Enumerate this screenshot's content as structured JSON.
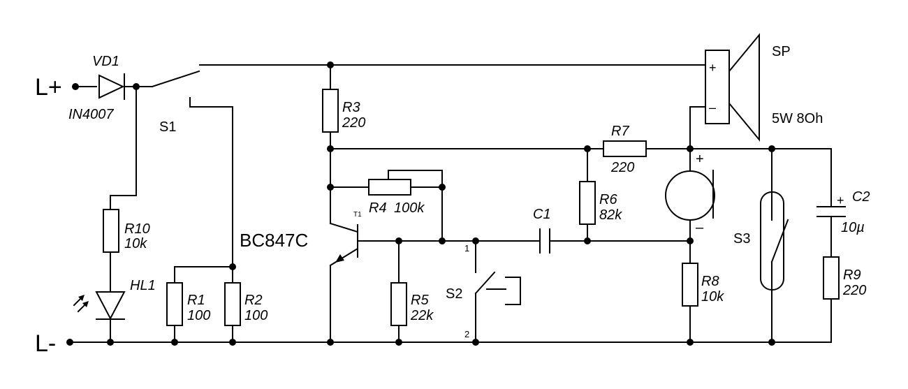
{
  "supply": {
    "positive": "L+",
    "negative": "L-"
  },
  "components": {
    "vd1": {
      "ref": "VD1",
      "value": "IN4007"
    },
    "s1": {
      "ref": "S1"
    },
    "r10": {
      "ref": "R10",
      "value": "10k"
    },
    "hl1": {
      "ref": "HL1"
    },
    "r1": {
      "ref": "R1",
      "value": "100"
    },
    "r2": {
      "ref": "R2",
      "value": "100"
    },
    "t1": {
      "ref": "T1",
      "part": "BC847C"
    },
    "r3": {
      "ref": "R3",
      "value": "220"
    },
    "r4": {
      "ref": "R4",
      "value": "100k"
    },
    "r5": {
      "ref": "R5",
      "value": "22k"
    },
    "r6": {
      "ref": "R6",
      "value": "82k"
    },
    "r7": {
      "ref": "R7",
      "value": "220"
    },
    "r8": {
      "ref": "R8",
      "value": "10k"
    },
    "r9": {
      "ref": "R9",
      "value": "220"
    },
    "c1": {
      "ref": "C1"
    },
    "c2": {
      "ref": "C2",
      "value": "10µ",
      "plus": "+"
    },
    "s2": {
      "ref": "S2",
      "pin1": "1",
      "pin2": "2"
    },
    "s3": {
      "ref": "S3"
    },
    "mic": {
      "plus": "+",
      "minus": "–"
    },
    "sp": {
      "ref": "SP",
      "rating": "5W 8Oh",
      "plus": "+",
      "minus": "–"
    }
  }
}
